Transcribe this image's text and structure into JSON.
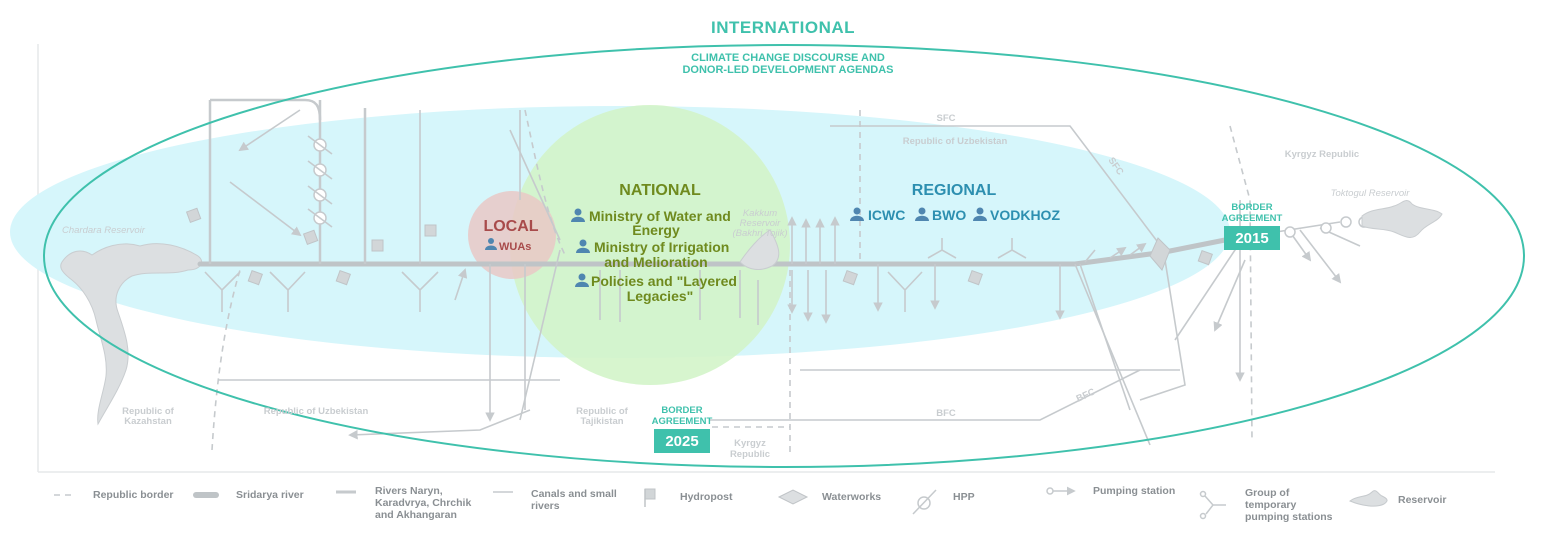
{
  "scales": {
    "international": {
      "label": "INTERNATIONAL",
      "subtitle_line1": "CLIMATE CHANGE DISCOURSE AND",
      "subtitle_line2": "DONOR-LED DEVELOPMENT AGENDAS"
    },
    "national": {
      "label": "NATIONAL",
      "items": [
        "Ministry of Water and",
        "Energy",
        "Ministry of Irrigation",
        "and Melioration",
        "Policies and \"Layered",
        "Legacies\""
      ]
    },
    "regional": {
      "label": "REGIONAL",
      "items": [
        "ICWC",
        "BWO",
        "VODKHOZ"
      ]
    },
    "local": {
      "label": "LOCAL",
      "items": [
        "WUAs"
      ]
    }
  },
  "map_labels": {
    "sfc_top": "SFC",
    "sfc_diag": "SFC",
    "bfc_diag": "BFC",
    "bfc": "BFC",
    "uzbekistan_top": "Republic of Uzbekistan",
    "uzbekistan_bottom": "Republic of Uzbekistan",
    "kyrgyz_top": "Kyrgyz Republic",
    "kyrgyz_bottom_1": "Kyrgyz",
    "kyrgyz_bottom_2": "Republic",
    "kazakhstan_1": "Republic of",
    "kazakhstan_2": "Kazahstan",
    "tajikistan_1": "Republic of",
    "tajikistan_2": "Tajikistan",
    "chardara": "Chardara Reservoir",
    "toktogul": "Toktogul Reservoir",
    "kakkum_1": "Kakkum",
    "kakkum_2": "Reservoir",
    "kakkum_3": "(Bakhri Tojik)"
  },
  "border_agreements": [
    {
      "label_1": "BORDER",
      "label_2": "AGREEMENT",
      "year": "2025"
    },
    {
      "label_1": "BORDER",
      "label_2": "AGREEMENT",
      "year": "2015"
    }
  ],
  "legend": {
    "republic_border": "Republic border",
    "sridarya": "Sridarya river",
    "rivers_1": "Rivers Naryn,",
    "rivers_2": "Karadvrya, Chrchik",
    "rivers_3": "and Akhangaran",
    "canals_1": "Canals and small",
    "canals_2": "rivers",
    "hydropost": "Hydropost",
    "waterworks": "Waterworks",
    "hpp": "HPP",
    "pumping": "Pumping station",
    "group_1": "Group  of",
    "group_2": "temporary",
    "group_3": "pumping stations",
    "reservoir": "Reservoir"
  },
  "colors": {
    "international": "#3fc1ac",
    "regional_fill": "#d6f6fb",
    "national_fill": "#d3f4c9",
    "local_fill": "#e9c8c6",
    "network": "#c6cacd"
  }
}
